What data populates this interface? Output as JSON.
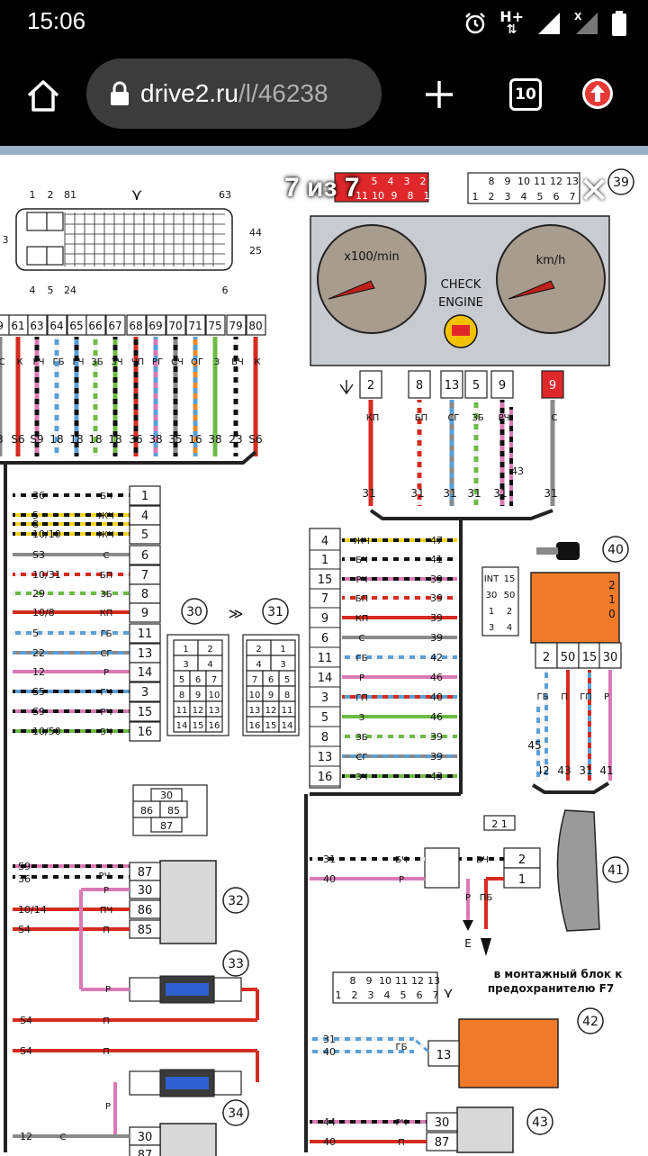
{
  "status": {
    "time": "15:06",
    "network": "H+",
    "network2": "X"
  },
  "browser": {
    "url_domain": "drive2.ru",
    "url_path": "/l/46238",
    "tab_count": "10"
  },
  "viewer": {
    "counter": "7 из 7"
  },
  "diagram": {
    "top_connector_left": [
      "1",
      "2",
      "81",
      "63",
      "3",
      "44",
      "25",
      "4",
      "5",
      "24",
      "6"
    ],
    "pin_numbers": [
      "9",
      "61",
      "63",
      "64",
      "65",
      "66",
      "67",
      "68",
      "69",
      "70",
      "71",
      "75",
      "79",
      "80"
    ],
    "pin_colors": [
      "С",
      "К",
      "РЧ",
      "ГБ",
      "ГЧ",
      "ЗБ",
      "ЗЧ",
      "ЧП",
      "РГ",
      "СЧ",
      "ОГ",
      "З",
      "БЧ",
      "К"
    ],
    "pin_dest": [
      "3",
      "S6",
      "S9",
      "18",
      "18",
      "18",
      "18",
      "36",
      "38",
      "35",
      "16",
      "38",
      "23",
      "S6"
    ],
    "connector39_top": [
      "8",
      "9",
      "10",
      "11",
      "12",
      "13"
    ],
    "connector39_bottom": [
      "1",
      "2",
      "3",
      "4",
      "5",
      "6",
      "7"
    ],
    "red_connector_top": [
      "5",
      "4",
      "3",
      "2"
    ],
    "red_connector_bottom": [
      "11",
      "10",
      "9",
      "8",
      "1"
    ],
    "gauge_left": "x100/min",
    "gauge_right": "km/h",
    "check_engine": "CHECK ENGINE",
    "cluster_pins": [
      "2",
      "8",
      "13",
      "5",
      "9",
      "9"
    ],
    "cluster_colors": [
      "КП",
      "БП",
      "СГ",
      "ЗБ",
      "РЧ",
      "С"
    ],
    "cluster_dest": [
      "31",
      "31",
      "31",
      "31",
      "31",
      "31"
    ],
    "cluster_extra": "43",
    "left_terminals": [
      {
        "src": "36",
        "color": "БЧ",
        "pin": "1"
      },
      {
        "src": "5",
        "color": "ЖЧ",
        "pin": "4"
      },
      {
        "src": "8",
        "color": "",
        "pin": ""
      },
      {
        "src": "10/10",
        "color": "ЖЧ",
        "pin": "5"
      },
      {
        "src": "S3",
        "color": "С",
        "pin": "6"
      },
      {
        "src": "10/31",
        "color": "БП",
        "pin": "7"
      },
      {
        "src": "29",
        "color": "ЗБ",
        "pin": "8"
      },
      {
        "src": "10/8",
        "color": "КП",
        "pin": "9"
      },
      {
        "src": "5",
        "color": "ГБ",
        "pin": "11"
      },
      {
        "src": "22",
        "color": "СГ",
        "pin": "13"
      },
      {
        "src": "12",
        "color": "Р",
        "pin": "14"
      },
      {
        "src": "S5",
        "color": "ГЧ",
        "pin": "3"
      },
      {
        "src": "S9",
        "color": "РЧ",
        "pin": "15"
      },
      {
        "src": "10/50",
        "color": "ЗЧ",
        "pin": "16"
      }
    ],
    "mid_terminals": [
      {
        "pin": "4",
        "color": "ЖЧ",
        "dest": "47"
      },
      {
        "pin": "1",
        "color": "БЧ",
        "dest": "41"
      },
      {
        "pin": "15",
        "color": "РЧ",
        "dest": "39"
      },
      {
        "pin": "7",
        "color": "БП",
        "dest": "39"
      },
      {
        "pin": "9",
        "color": "КП",
        "dest": "39"
      },
      {
        "pin": "6",
        "color": "С",
        "dest": "39"
      },
      {
        "pin": "11",
        "color": "ГБ",
        "dest": "42"
      },
      {
        "pin": "14",
        "color": "Р",
        "dest": "46"
      },
      {
        "pin": "3",
        "color": "ГП",
        "dest": "40"
      },
      {
        "pin": "5",
        "color": "З",
        "dest": "46"
      },
      {
        "pin": "8",
        "color": "ЗБ",
        "dest": "39"
      },
      {
        "pin": "13",
        "color": "СГ",
        "dest": "39"
      },
      {
        "pin": "16",
        "color": "ЗЧ",
        "dest": "43"
      }
    ],
    "label30": "30",
    "label31": "31",
    "conn30_grid": [
      "1",
      "2",
      "3",
      "4",
      "5",
      "6",
      "7",
      "8",
      "9",
      "10",
      "11",
      "12",
      "13",
      "14",
      "15",
      "16"
    ],
    "conn31_grid": [
      "2",
      "1",
      "4",
      "3",
      "7",
      "6",
      "5",
      "10",
      "9",
      "8",
      "13",
      "12",
      "11",
      "16",
      "15",
      "14"
    ],
    "ign_table": [
      "INT",
      "15",
      "30",
      "50",
      "1",
      "2",
      "3",
      "4"
    ],
    "ign_pins": [
      "2",
      "50",
      "15",
      "30"
    ],
    "ign_pin_colors": [
      "ГБ",
      "П",
      "ГП",
      "Р"
    ],
    "ign_dest": [
      "42",
      "43",
      "31",
      "41"
    ],
    "ign_extra": "45",
    "ign_switch_labels": [
      "2",
      "1",
      "0"
    ],
    "relay_conn": [
      "30",
      "86",
      "85",
      "87"
    ],
    "relay32": {
      "pins": [
        "87",
        "30",
        "86",
        "85"
      ],
      "srcs": [
        "S9",
        "36",
        "",
        "10/14",
        "S4"
      ],
      "colors": [
        "РЧ",
        "Р",
        "ПЧ",
        "П"
      ]
    },
    "horn41": {
      "conn": [
        "2",
        "1"
      ],
      "wires": [
        {
          "src": "31",
          "color": "БЧ"
        },
        {
          "src": "40",
          "color": "Р"
        }
      ],
      "colors2": [
        "Р",
        "ПБ"
      ],
      "e": "Е",
      "note": "в монтажный блок к предохранителю F7"
    },
    "fuse33_wires": [
      "Р",
      "S4",
      "П",
      "S4",
      "П"
    ],
    "conn_bottom_top": [
      "8",
      "9",
      "10",
      "11",
      "12",
      "13"
    ],
    "conn_bottom_bot": [
      "1",
      "2",
      "3",
      "4",
      "5",
      "6",
      "7"
    ],
    "comp42": {
      "pin": "13",
      "srcs": [
        "31",
        "40"
      ],
      "color": "ГБ"
    },
    "relay43": {
      "pins": [
        "30",
        "87"
      ],
      "srcs": [
        "44",
        "40"
      ],
      "colors": [
        "РЧ",
        "П"
      ]
    },
    "relay34": {
      "pins": [
        "30",
        "87"
      ],
      "src": "12",
      "color": "С",
      "wire": "Р"
    },
    "markers": [
      "39",
      "40",
      "30",
      "31",
      "32",
      "33",
      "34",
      "41",
      "42",
      "43"
    ]
  }
}
